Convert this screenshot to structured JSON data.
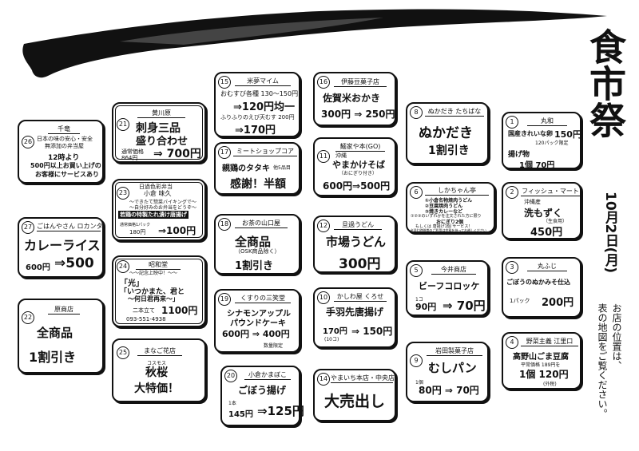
{
  "title": {
    "main": "食市祭",
    "date": "10月2日(月)",
    "note_1": "お店の位置は、",
    "note_2": "表の地図をご覧ください。"
  },
  "cards": {
    "c15": {
      "num": "15",
      "shop": "米夢マイム",
      "l1": "おむすび各種 130～150円",
      "l2": "⇒120円均一",
      "l3": "ふりふりのえび天むす 200円",
      "l4": "⇒170円"
    },
    "c16": {
      "num": "16",
      "shop": "伊藤豆菓子店",
      "l1": "佐賀米おかき",
      "l2": "300円 ⇒ 250円"
    },
    "c8": {
      "num": "8",
      "shop": "ぬかだき たちばな",
      "l1": "ぬかだき",
      "l2": "1割引き"
    },
    "c1": {
      "num": "1",
      "shop": "丸和",
      "l1": "国産きれいな卵",
      "l2": "150円",
      "l3": "120パック限定",
      "l4": "揚げ物",
      "l5": "1個 70円"
    },
    "c21": {
      "num": "21",
      "shop": "黄川原",
      "l1": "刺身三品",
      "l2": "盛り合わせ",
      "l3": "通常価格 864円",
      "l4": "⇒ 700円"
    },
    "c26": {
      "num": "26",
      "shop": "千竜",
      "l1": "日本の味の安心・安全",
      "l2": "無添加の弁当屋",
      "l3": "12時より",
      "l4": "500円以上お買い上げの",
      "l5": "お客様にサービスあり"
    },
    "c17": {
      "num": "17",
      "shop": "ミートショップコア",
      "l1": "親鶏のタタキ",
      "l2": "他5品目",
      "l3": "感謝！半額"
    },
    "c11": {
      "num": "11",
      "shop": "麺家や本(GO)",
      "l1": "沖縄",
      "l2": "やまかけそば",
      "l3": "（おにぎり付き）",
      "l4": "600円⇒500円"
    },
    "c6": {
      "num": "6",
      "shop": "しかちゃん亭",
      "l1": "①小倉名物焼肉うどん",
      "l2": "②豆腐焼肉うどん",
      "l3": "③焼きカレーなど",
      "l4": "①②③のいずれかを注文された方に限り",
      "l5": "おにぎり2個",
      "l6": "もしくは 唐揚げ1個 サービス！",
      "l7": "※混む時間帯のご利用は余裕を持ってお越しください"
    },
    "c2": {
      "num": "2",
      "shop": "フィッシュ・マート",
      "l1": "沖縄産",
      "l2": "洗もずく",
      "l3": "（生食用）",
      "l4": "450円"
    },
    "c23": {
      "num": "23",
      "shop": "日過色彩弁当",
      "shop2": "小倉 味久",
      "l1": "～できたて惣菜バイキングで～",
      "l2": "～自分好みのお弁当をどうぞ～",
      "l3": "若鶏の特製たれ漬け唐揚げ",
      "l4": "通常価格1パック",
      "l5": "180円",
      "l6": "⇒100円"
    },
    "c27": {
      "num": "27",
      "shop": "ごはんやさん ロカンタ",
      "l1": "カレーライス",
      "l2": "600円",
      "l3": "⇒500"
    },
    "c18": {
      "num": "18",
      "shop": "お茶の山口屋",
      "l1": "全商品",
      "l2": "（OSK商品除く）",
      "l3": "1割引き"
    },
    "c12": {
      "num": "12",
      "shop": "旦過うどん",
      "l1": "市場うどん",
      "l2": "300円"
    },
    "c5": {
      "num": "5",
      "shop": "今井商店",
      "l1": "ビーフコロッケ",
      "l2": "1コ",
      "l3": "90円",
      "l4": "⇒ 70円"
    },
    "c3": {
      "num": "3",
      "shop": "丸ふじ",
      "l1": "ごぼうのぬかみそ仕込",
      "l2": "1パック",
      "l3": "200円"
    },
    "c24": {
      "num": "24",
      "shop": "昭和堂",
      "l1": "～～記念上映中！～～",
      "l2": "「光」",
      "l3": "「いつかまた、君と",
      "l4": "～何日君再来～」",
      "l5": "二本立て",
      "l6": "1100円",
      "l7": "093-551-4938"
    },
    "c19": {
      "num": "19",
      "shop": "くすりの三笑堂",
      "l1": "シナモンアップル",
      "l2": "パウンドケーキ",
      "l3": "600円 ⇒ 400円",
      "l4": "数量限定"
    },
    "c10": {
      "num": "10",
      "shop": "かしわ屋 くろせ",
      "l1": "手羽先唐揚げ",
      "l2": "170円",
      "l3": "(10コ)",
      "l4": "⇒ 150円"
    },
    "c22": {
      "num": "22",
      "shop": "原商店",
      "l1": "全商品",
      "l2": "1割引き"
    },
    "c25": {
      "num": "25",
      "shop": "まなご花店",
      "l1": "コスモス",
      "l2": "秋桜",
      "l3": "大特価！"
    },
    "c20": {
      "num": "20",
      "shop": "小倉かまぼこ",
      "l1": "ごぼう揚げ",
      "l2": "1本",
      "l3": "145円",
      "l4": "⇒125円"
    },
    "c14": {
      "num": "14",
      "shop": "やまいち本店・中央店",
      "l1": "大売出し"
    },
    "c9": {
      "num": "9",
      "shop": "岩田製菓子店",
      "l1": "むしパン",
      "l2": "1個",
      "l3": "80円 ⇒ 70円"
    },
    "c4": {
      "num": "4",
      "shop": "野菜主義 江里口",
      "l1": "高野山ごま豆腐",
      "l2": "平常価格 189円を",
      "l3": "1個 120円",
      "l4": "(外税)"
    }
  }
}
